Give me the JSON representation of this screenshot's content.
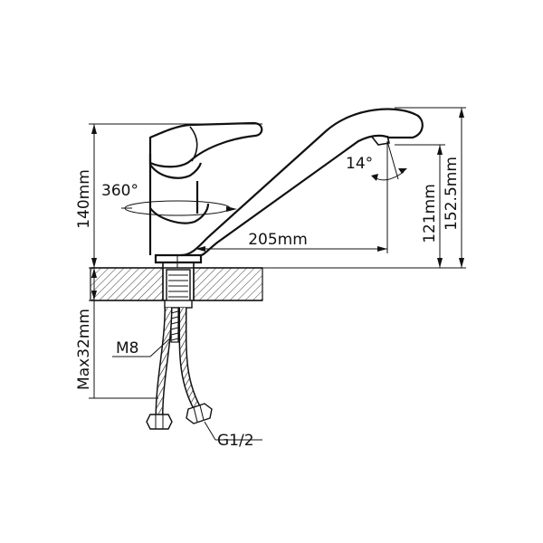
{
  "labels": {
    "rotation": "360°",
    "spout_angle": "14°",
    "height_total": "140mm",
    "spout_reach": "205mm",
    "spout_height": "121mm",
    "overall_height": "152.5mm",
    "max_thickness": "Max32mm",
    "stud_thread": "M8",
    "hose_connector": "G1/2"
  }
}
